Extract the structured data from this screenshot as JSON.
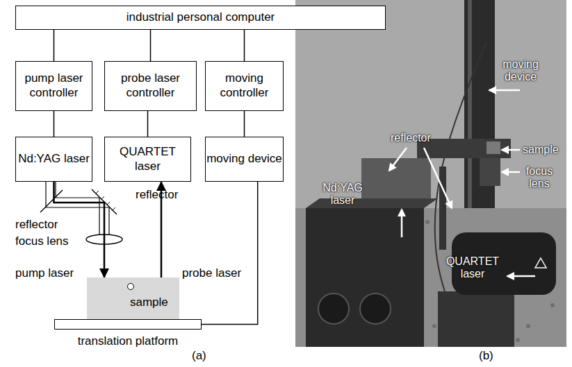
{
  "diagram": {
    "nodes": [
      {
        "text": [
          "industrial personal computer"
        ]
      },
      {
        "text": [
          "pump laser controller"
        ]
      },
      {
        "text": [
          "probe laser controller"
        ]
      },
      {
        "text": [
          "moving controller"
        ]
      },
      {
        "text": [
          "Nd:YAG laser"
        ]
      },
      {
        "text": [
          "QUARTET laser"
        ]
      },
      {
        "text": [
          "moving device"
        ]
      },
      {
        "text": [
          "sample"
        ]
      },
      {
        "text": [
          "translation platform"
        ]
      }
    ],
    "edges": [
      {
        "from": 0,
        "to": 1,
        "arrow": "none"
      },
      {
        "from": 0,
        "to": 2,
        "arrow": "none"
      },
      {
        "from": 0,
        "to": 3,
        "arrow": "none"
      },
      {
        "from": 1,
        "to": 4,
        "arrow": "none"
      },
      {
        "from": 2,
        "to": 5,
        "arrow": "none"
      },
      {
        "from": 3,
        "to": 6,
        "arrow": "none"
      },
      {
        "from": 4,
        "to": 7,
        "arrow": "to"
      },
      {
        "from": 7,
        "to": 5,
        "arrow": "to"
      },
      {
        "from": 6,
        "to": 8,
        "arrow": "none"
      }
    ],
    "labels": [
      "reflector",
      "reflector",
      "focus lens",
      "pump laser",
      "probe laser",
      "(a)",
      "moving device",
      "reflector",
      "sample",
      "focus lens",
      "Nd:YAG laser",
      "QUARTET laser",
      "(b)"
    ]
  }
}
